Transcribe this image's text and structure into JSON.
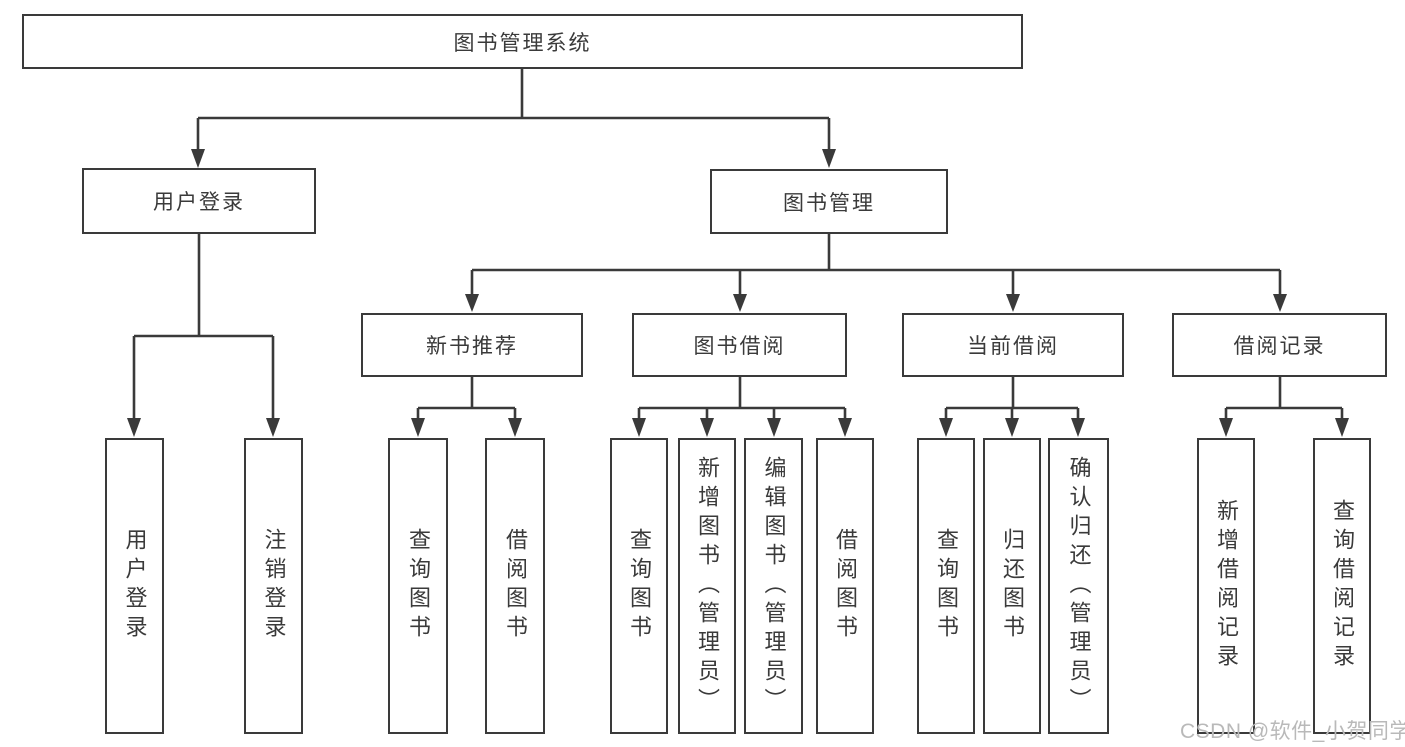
{
  "diagram": {
    "root": {
      "label": "图书管理系统"
    },
    "branches": [
      {
        "label": "用户登录",
        "children": [
          {
            "label": "用户登录"
          },
          {
            "label": "注销登录"
          }
        ]
      },
      {
        "label": "图书管理",
        "children": [
          {
            "label": "新书推荐",
            "children": [
              {
                "label": "查询图书"
              },
              {
                "label": "借阅图书"
              }
            ]
          },
          {
            "label": "图书借阅",
            "children": [
              {
                "label": "查询图书"
              },
              {
                "label": "新增图书（管理员）"
              },
              {
                "label": "编辑图书（管理员）"
              },
              {
                "label": "借阅图书"
              }
            ]
          },
          {
            "label": "当前借阅",
            "children": [
              {
                "label": "查询图书"
              },
              {
                "label": "归还图书"
              },
              {
                "label": "确认归还（管理员）"
              }
            ]
          },
          {
            "label": "借阅记录",
            "children": [
              {
                "label": "新增借阅记录"
              },
              {
                "label": "查询借阅记录"
              }
            ]
          }
        ]
      }
    ],
    "watermark": "CSDN @软件_小贺同学",
    "colors": {
      "line": "#3a3a3a",
      "text": "#3a3a3a",
      "watermark": "#b9b9b9",
      "background": "#ffffff"
    }
  }
}
